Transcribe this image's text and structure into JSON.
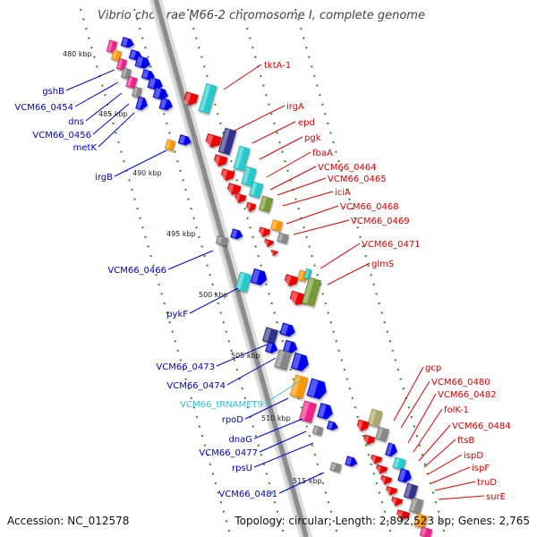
{
  "title": "Vibrio cholerae M66-2 chromosome I, complete genome",
  "footer": {
    "accession": "Accession: NC_012578",
    "topology": "Topology: circular; Length: 2,892,523 bp; Genes: 2,765"
  },
  "kbp_labels": [
    "480 kbp",
    "485 kbp",
    "490 kbp",
    "495 kbp",
    "500 kbp",
    "505 kbp",
    "510 kbp",
    "515 kbp"
  ],
  "left_labels": [
    {
      "text": "gshB",
      "color": "#0000cc"
    },
    {
      "text": "VCM66_0454",
      "color": "#0000cc"
    },
    {
      "text": "dns",
      "color": "#0000cc"
    },
    {
      "text": "VCM66_0456",
      "color": "#0000cc"
    },
    {
      "text": "metK",
      "color": "#0000cc"
    },
    {
      "text": "irgB",
      "color": "#0000cc"
    },
    {
      "text": "VCM66_0466",
      "color": "#0000cc"
    },
    {
      "text": "pykF",
      "color": "#0000cc"
    },
    {
      "text": "VCM66_0473",
      "color": "#0000cc"
    },
    {
      "text": "VCM66_0474",
      "color": "#0000cc"
    },
    {
      "text": "VCM66_tRNAMET9",
      "color": "#33bbdd"
    },
    {
      "text": "rpoD",
      "color": "#0000cc"
    },
    {
      "text": "dnaG",
      "color": "#0000cc"
    },
    {
      "text": "VCM66_0477",
      "color": "#0000cc"
    },
    {
      "text": "rpsU",
      "color": "#0000cc"
    },
    {
      "text": "VCM66_0481",
      "color": "#0000cc"
    }
  ],
  "right_labels": [
    {
      "text": "tktA-1",
      "color": "#dd0000"
    },
    {
      "text": "irgA",
      "color": "#dd0000"
    },
    {
      "text": "epd",
      "color": "#dd0000"
    },
    {
      "text": "pgk",
      "color": "#dd0000"
    },
    {
      "text": "fbaA",
      "color": "#dd0000"
    },
    {
      "text": "VCM66_0464",
      "color": "#dd0000"
    },
    {
      "text": "VCM66_0465",
      "color": "#dd0000"
    },
    {
      "text": "iciA",
      "color": "#dd0000"
    },
    {
      "text": "VCM66_0468",
      "color": "#dd0000"
    },
    {
      "text": "VCM66_0469",
      "color": "#dd0000"
    },
    {
      "text": "VCM66_0471",
      "color": "#dd0000"
    },
    {
      "text": "glmS",
      "color": "#dd0000"
    },
    {
      "text": "gcp",
      "color": "#dd0000"
    },
    {
      "text": "VCM66_0480",
      "color": "#dd0000"
    },
    {
      "text": "VCM66_0482",
      "color": "#dd0000"
    },
    {
      "text": "folK-1",
      "color": "#dd0000"
    },
    {
      "text": "VCM66_0484",
      "color": "#dd0000"
    },
    {
      "text": "ftsB",
      "color": "#dd0000"
    },
    {
      "text": "ispD",
      "color": "#dd0000"
    },
    {
      "text": "ispF",
      "color": "#dd0000"
    },
    {
      "text": "truD",
      "color": "#dd0000"
    },
    {
      "text": "surE",
      "color": "#dd0000"
    }
  ],
  "colors": {
    "forward_gene": "#0000ee",
    "reverse_gene": "#ee0000",
    "backbone": "#888888",
    "tick": "#228822",
    "cyan": "#22cccc",
    "orange": "#ff9900",
    "magenta": "#ee2288",
    "grey": "#888888",
    "navy": "#333388",
    "olive": "#779933",
    "khaki": "#aaaa66"
  }
}
